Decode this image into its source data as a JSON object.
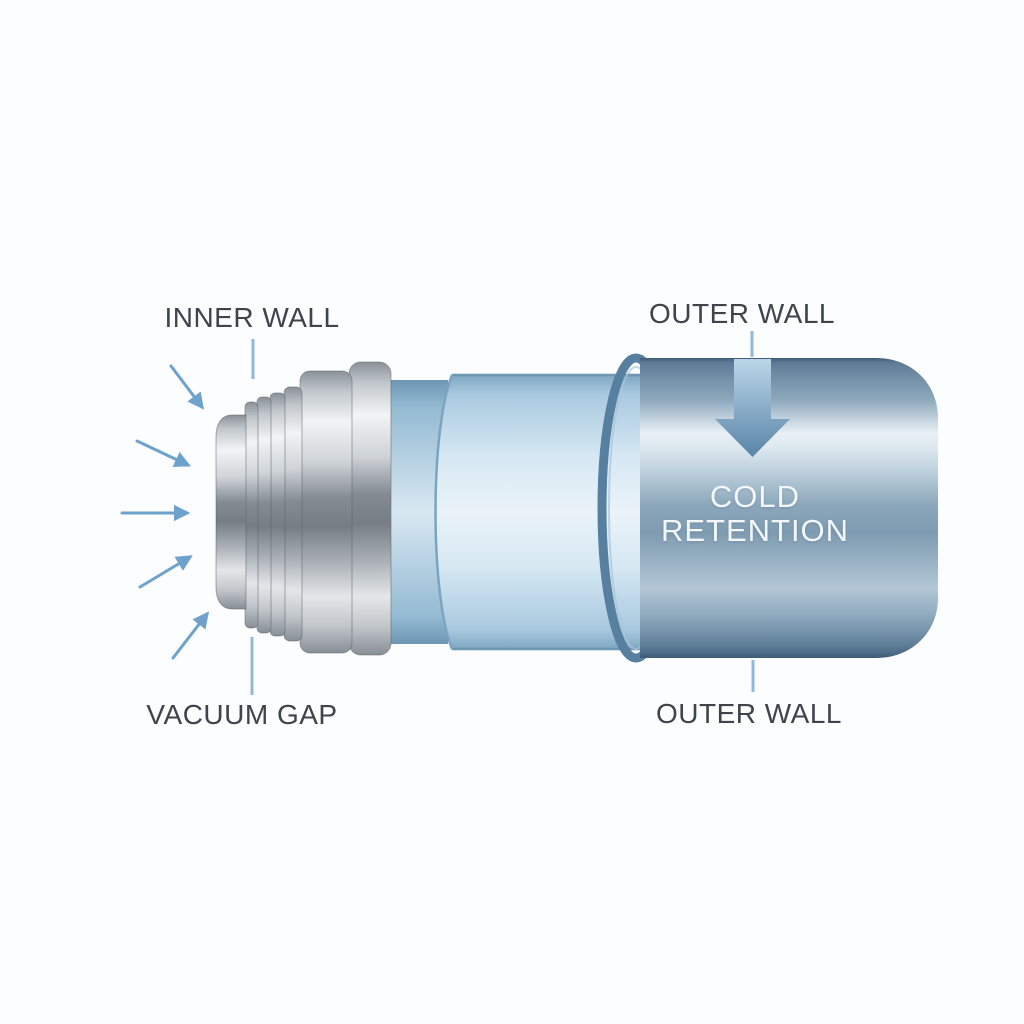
{
  "diagram": {
    "labels": {
      "inner_wall": "INNER WALL",
      "outer_wall_top": "OUTER WALL",
      "vacuum_gap": "VACUUM GAP",
      "outer_wall_bottom": "OUTER WALL"
    },
    "center_text": {
      "line1": "COLD",
      "line2": "RETENTION"
    },
    "colors": {
      "background": "#fcfdfe",
      "label_text": "#3d444c",
      "center_text": "#f3f7fa",
      "leader_line": "#8fb9da",
      "inward_arrow": "#6ea2cc",
      "cold_arrow_top": "#bcd7e9",
      "cold_arrow_bottom": "#5884a8",
      "glass_center": "#eaf3f9",
      "glass_edge": "#7fa7c2",
      "steel_highlight": "#e9f0f5",
      "steel_dark": "#3f5d77",
      "silver_highlight": "#f2f4f5",
      "silver_dark": "#757d85",
      "rim_ring": "#567fa0"
    }
  }
}
